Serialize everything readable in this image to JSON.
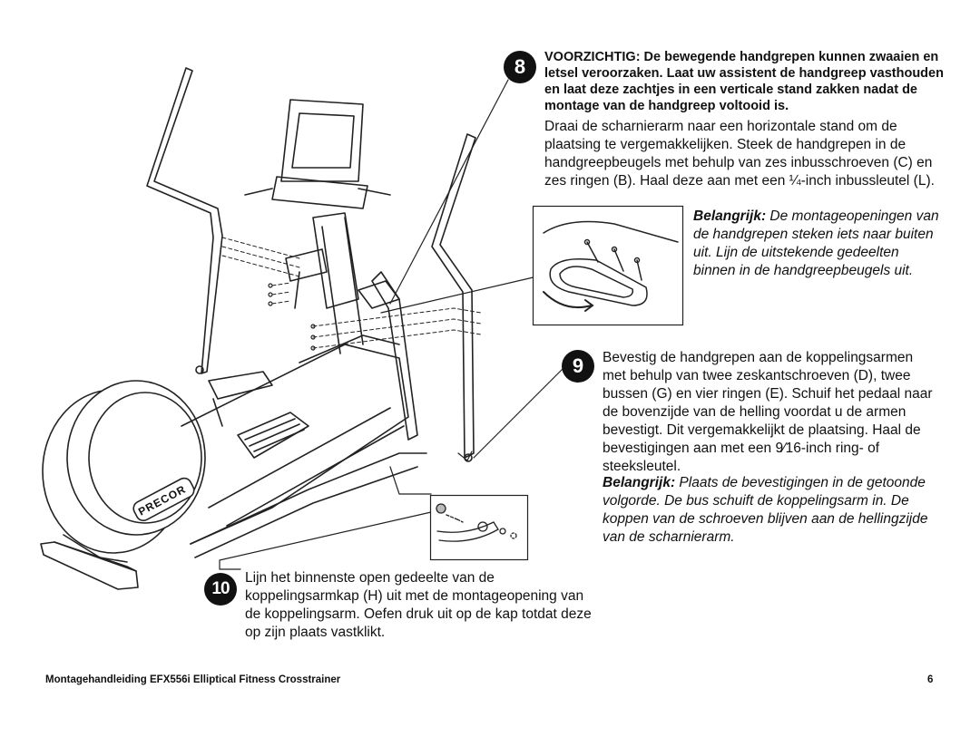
{
  "step8": {
    "number": "8",
    "warning": "VOORZICHTIG: De bewegende handgrepen kunnen zwaaien en letsel veroorzaken. Laat uw assistent de handgreep vasthouden en laat deze zachtjes in een verticale stand zakken nadat de montage van de handgreep voltooid is.",
    "body": "Draai de scharnierarm naar een horizontale stand om de plaatsing te vergemakkelijken. Steek de handgrepen in de handgreepbeugels met behulp van zes inbusschroeven (C) en zes ringen (B). Haal deze aan met een ¼-inch inbussleutel (L).",
    "note_label": "Belangrijk:",
    "note_text": "De montageopeningen van de handgrepen steken iets naar buiten uit. Lijn de uitstekende gedeelten binnen in de handgreepbeugels uit."
  },
  "step9": {
    "number": "9",
    "body": "Bevestig de handgrepen aan de koppelingsarmen met behulp van twee zeskantschroeven (D), twee bussen (G) en vier ringen (E). Schuif het pedaal naar de bovenzijde van de helling voordat u de armen bevestigt. Dit vergemakkelijkt de plaatsing. Haal de bevestigingen aan met een 9⁄16-inch ring- of steeksleutel.",
    "note_label": "Belangrijk:",
    "note_text": "Plaats de bevestigingen in de getoonde volgorde. De bus schuift de koppelingsarm in. De koppen van de schroeven blijven aan de hellingzijde van de scharnierarm."
  },
  "step10": {
    "number": "10",
    "body": "Lijn het binnenste open gedeelte van de koppelingsarmkap (H) uit met de montageopening van de koppelingsarm. Oefen druk uit op de kap totdat deze op zijn plaats vastklikt."
  },
  "illustration": {
    "brand": "PRECOR"
  },
  "footer": {
    "title": "Montagehandleiding EFX556i Elliptical Fitness Crosstrainer",
    "page": "6"
  }
}
